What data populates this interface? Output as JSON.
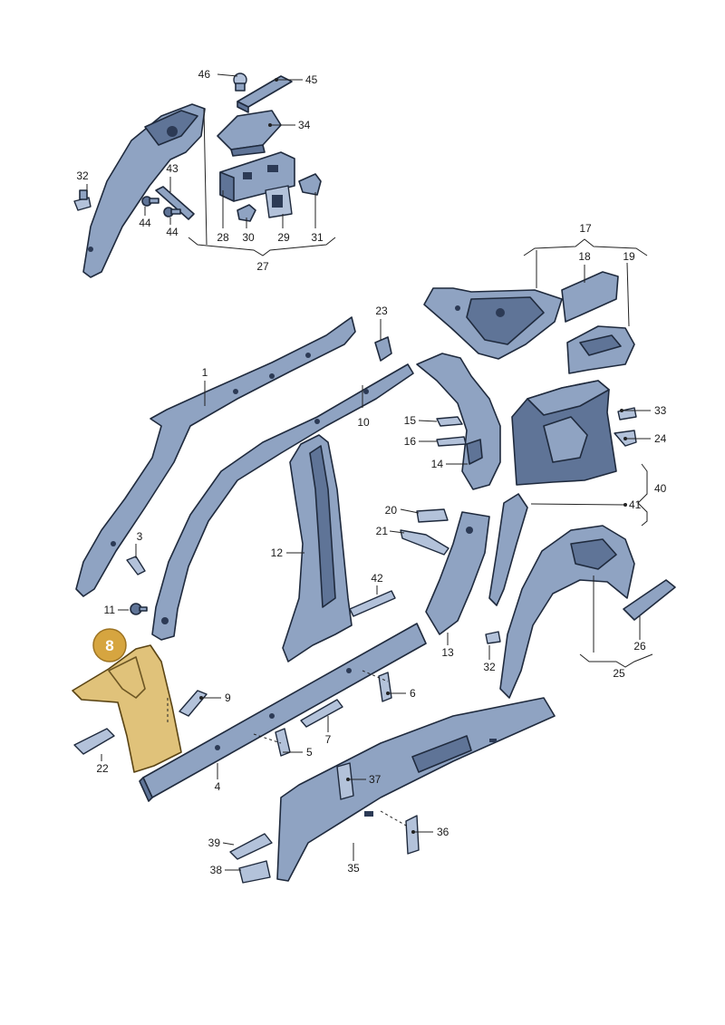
{
  "highlight_color": "#d6a540",
  "highlight_badge": {
    "number": "8"
  },
  "callouts": {
    "c1": "1",
    "c3": "3",
    "c4": "4",
    "c5": "5",
    "c6": "6",
    "c7": "7",
    "c9": "9",
    "c10": "10",
    "c11": "11",
    "c12": "12",
    "c13": "13",
    "c14": "14",
    "c15": "15",
    "c16": "16",
    "c17": "17",
    "c18": "18",
    "c19": "19",
    "c20": "20",
    "c21": "21",
    "c22": "22",
    "c23": "23",
    "c24": "24",
    "c25": "25",
    "c26": "26",
    "c27": "27",
    "c28": "28",
    "c29": "29",
    "c30": "30",
    "c31": "31",
    "c32a": "32",
    "c32b": "32",
    "c33": "33",
    "c34": "34",
    "c35": "35",
    "c36": "36",
    "c37": "37",
    "c38": "38",
    "c39": "39",
    "c40": "40",
    "c41": "41",
    "c42": "42",
    "c43": "43",
    "c44a": "44",
    "c44b": "44",
    "c45": "45",
    "c46": "46"
  }
}
